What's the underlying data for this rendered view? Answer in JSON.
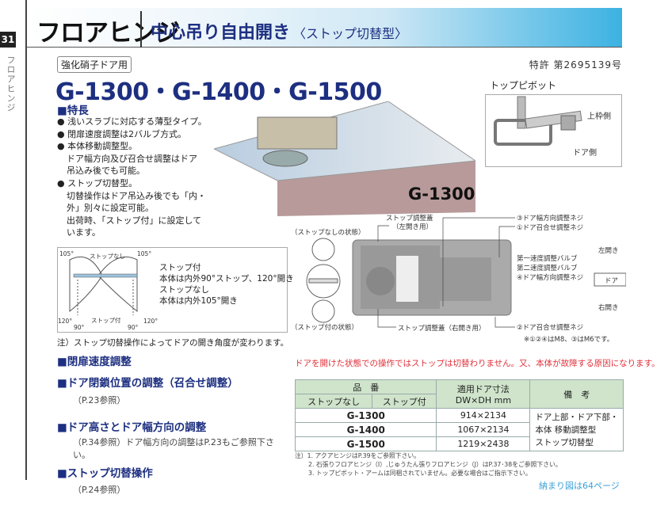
{
  "sidebar": {
    "page_number": "31",
    "section": "フロアヒンジ"
  },
  "header": {
    "title": "フロアヒンジ",
    "subtitle": "中心吊り自由開き",
    "subtitle_type": "〈ストップ切替型〉"
  },
  "usage_badge": "強化硝子ドア用",
  "patent": "特許 第2695139号",
  "models": "G-1300・G-1400・G-1500",
  "top_pivot": {
    "title": "トップピボット",
    "label_top": "上枠側",
    "label_door": "ドア側"
  },
  "features": {
    "heading": "■特長",
    "items": [
      {
        "text": "浅いスラブに対応する薄型タイプ。"
      },
      {
        "text": "閉扉速度調整は2バルブ方式。"
      },
      {
        "text": "本体移動調整型。",
        "sub": [
          "ドア幅方向及び召合せ調整はドア",
          "吊込み後でも可能。"
        ]
      },
      {
        "text": "ストップ切替型。",
        "sub": [
          "切替操作はドア吊込み後でも「内・",
          "外」別々に設定可能。",
          "出荷時、「ストップ付」に設定して",
          "います。"
        ]
      }
    ]
  },
  "product_label": "G-1300",
  "angle_diagram": {
    "a105": "105°",
    "a120": "120°",
    "a90": "90°",
    "no_stop": "ストップなし",
    "with_stop": "ストップ付",
    "desc": [
      "ストップ付",
      "本体は内外90°ストップ、120°開き",
      "ストップなし",
      "本体は内外105°開き"
    ],
    "note": "注）ストップ切替操作によってドアの開き角度が変わります。"
  },
  "parts_diagram": {
    "state_no_stop": "（ストップなしの状態）",
    "state_stop": "（ストップ付の状態）",
    "stop_cover_left": "ストップ調整蓋",
    "stop_cover_left_sub": "（左開き用）",
    "stop_cover_right": "ストップ調整蓋（右開き用）",
    "screw3": "③ドア幅方向調整ネジ",
    "screw1": "①ドア召合せ調整ネジ",
    "valve1": "第一速度調整バルブ",
    "valve2": "第二速度調整バルブ",
    "screw4": "④ドア幅方向調整ネジ",
    "screw2": "②ドア召合せ調整ネジ",
    "screw_note": "※①②④はM8、③はM6です。",
    "left_open": "左開き",
    "right_open": "右開き",
    "door": "ドア"
  },
  "sections": [
    {
      "heading": "■閉扉速度調整",
      "ref": ""
    },
    {
      "heading": "■ドア閉鎖位置の調整（召合せ調整）",
      "ref": "（P.23参照）"
    },
    {
      "heading": "■ドア高さとドア幅方向の調整",
      "ref": "（P.34参照）ドア幅方向の調整はP.23もご参照下さい。"
    },
    {
      "heading": "■ストップ切替操作",
      "ref": "（P.24参照）"
    }
  ],
  "warning": "ドアを開けた状態での操作ではストップは切替わりません。又、本体が故障する原因になります。",
  "table": {
    "h_model": "品　番",
    "h_nostop": "ストップなし",
    "h_stop": "ストップ付",
    "h_size": "適用ドア寸法",
    "h_size_unit": "DW×DH mm",
    "h_note": "備　考",
    "rows": [
      {
        "model": "G-1300",
        "size": "914×2134"
      },
      {
        "model": "G-1400",
        "size": "1067×2134"
      },
      {
        "model": "G-1500",
        "size": "1219×2438"
      }
    ],
    "remarks": [
      "ドア上部・ドア下部・",
      "本体 移動調整型",
      "ストップ切替型"
    ]
  },
  "notes": [
    "注）1. アクアヒンジはP.39をご参照下さい。",
    "2. 石張りフロアヒンジ（I）,じゅうたん張りフロアヒンジ（J）はP.37･38をご参照下さい。",
    "3. トップピボット・アームは同梱されていません。必要な場合はご指示下さい。"
  ],
  "more_link": "納まり図は64ページ",
  "colors": {
    "navy": "#1d2f80",
    "warning": "#e0303a",
    "table_header": "#cfe4cb",
    "link": "#3aa0d8",
    "header_gradient_end": "#3cb2e2"
  }
}
